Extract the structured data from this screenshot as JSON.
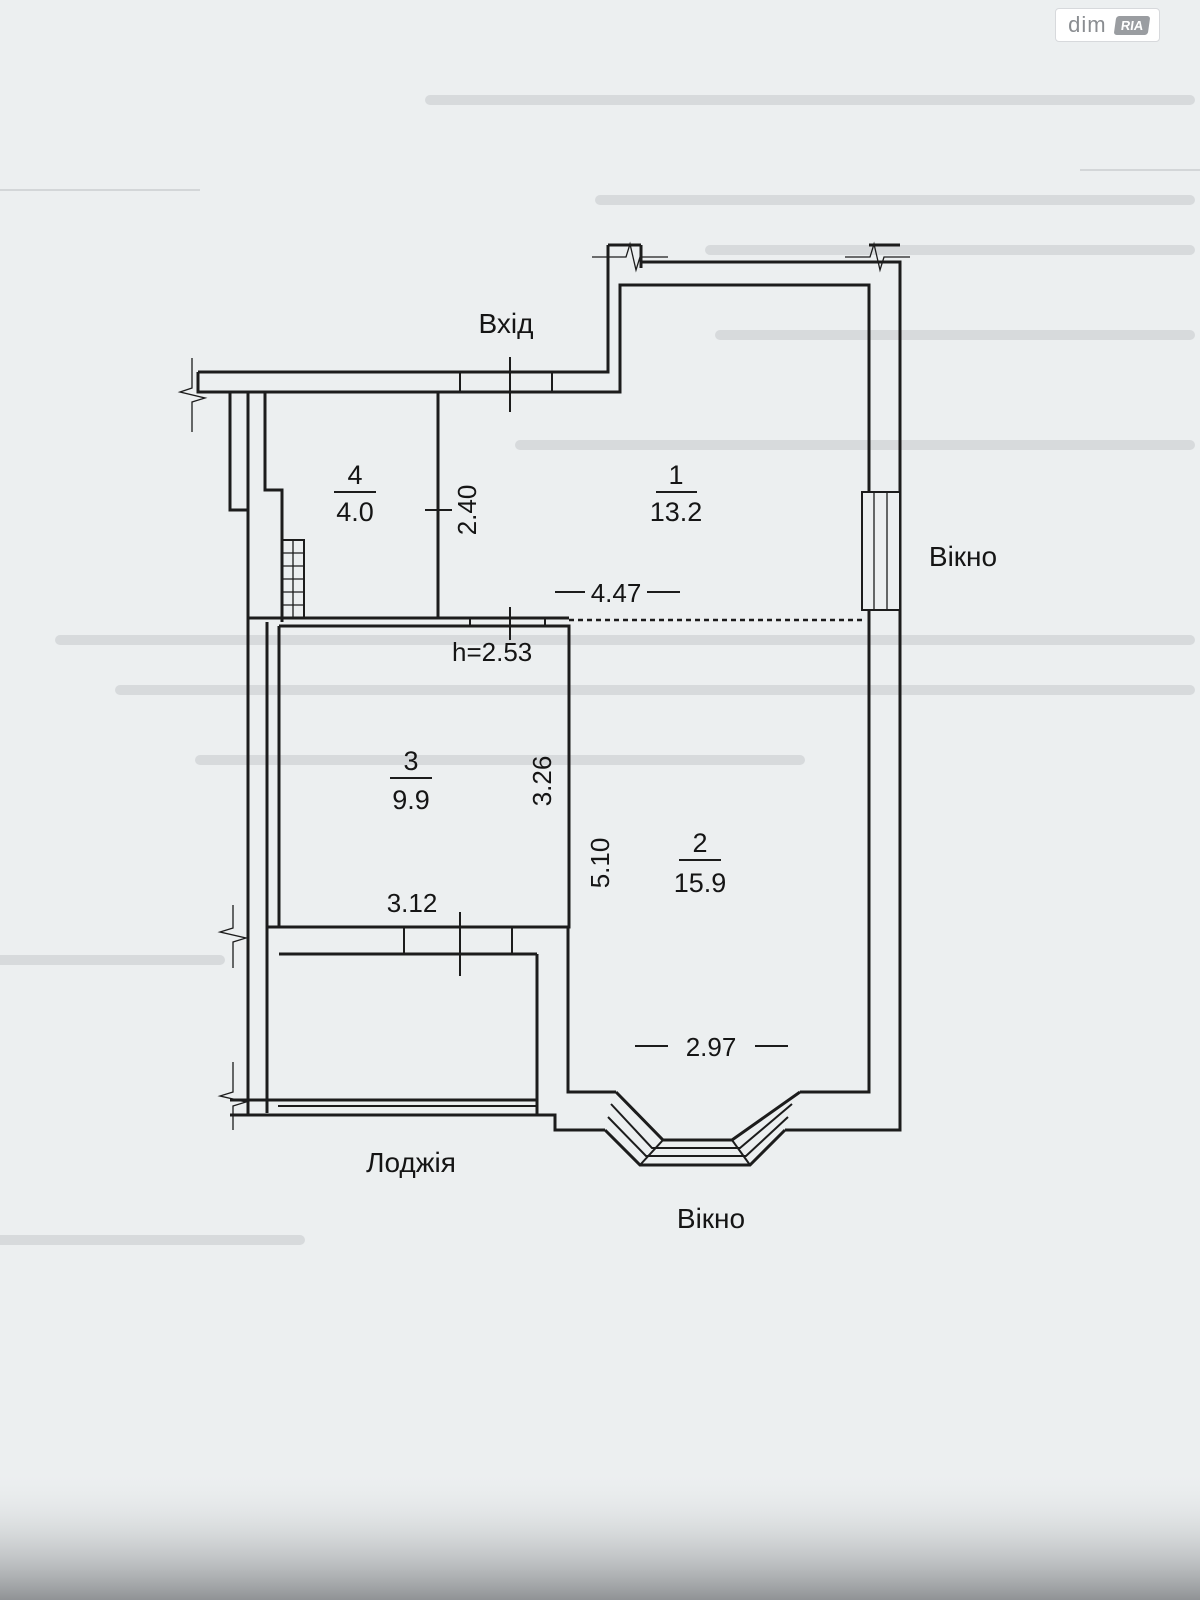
{
  "watermark": {
    "text": "dim",
    "badge": "RIA"
  },
  "plan": {
    "rooms": [
      {
        "number": "1",
        "area": "13.2"
      },
      {
        "number": "2",
        "area": "15.9"
      },
      {
        "number": "3",
        "area": "9.9"
      },
      {
        "number": "4",
        "area": "4.0"
      }
    ],
    "dimensions": {
      "room4_height": "2.40",
      "corridor_width": "4.47",
      "ceiling_height": "h=2.53",
      "room3_depth": "3.26",
      "room2_depth": "5.10",
      "room3_width": "3.12",
      "room2_width": "2.97"
    },
    "captions": {
      "entrance": "Вхід",
      "window_right": "Вікно",
      "window_bottom": "Вікно",
      "loggia": "Лоджія"
    }
  }
}
